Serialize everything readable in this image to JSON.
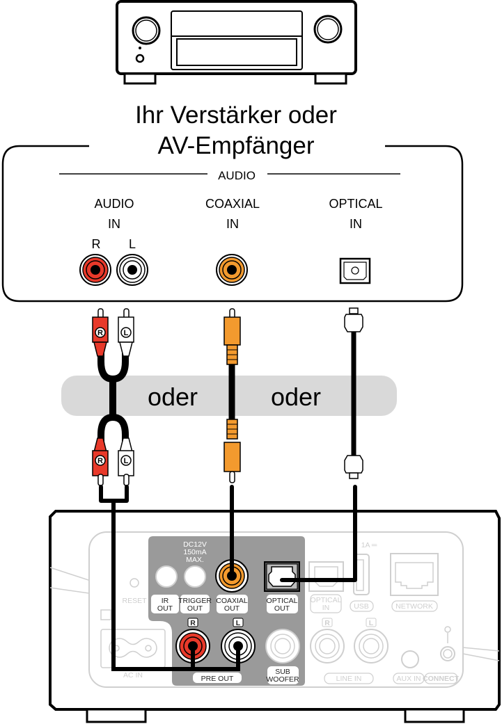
{
  "title": {
    "line1": "Ihr Verstärker oder",
    "line2": "AV-Empfänger"
  },
  "amplifier_panel": {
    "section_label": "AUDIO",
    "ports": [
      {
        "name": "audio-in",
        "line1": "AUDIO",
        "line2": "IN",
        "channels": [
          "R",
          "L"
        ]
      },
      {
        "name": "coaxial-in",
        "line1": "COAXIAL",
        "line2": "IN"
      },
      {
        "name": "optical-in",
        "line1": "OPTICAL",
        "line2": "IN"
      }
    ]
  },
  "separator": {
    "or_1": "oder",
    "or_2": "oder"
  },
  "cables": {
    "rca_labels": [
      "R",
      "L"
    ]
  },
  "rear_panel": {
    "dc_label": [
      "DC12V",
      "150mA",
      "MAX."
    ],
    "reset": "RESET",
    "ir_out": [
      "IR",
      "OUT"
    ],
    "trigger_out": [
      "TRIGGER",
      "OUT"
    ],
    "coaxial_out": [
      "COAXIAL",
      "OUT"
    ],
    "optical_out": [
      "OPTICAL",
      "OUT"
    ],
    "optical_in": [
      "OPTICAL",
      "IN"
    ],
    "usb": "USB",
    "usb_rating": "1A ═",
    "network": "NETWORK",
    "pre_out": "PRE OUT",
    "pre_out_channels": [
      "R",
      "L"
    ],
    "sub_woofer": [
      "SUB",
      "WOOFER"
    ],
    "line_in": "LINE IN",
    "line_in_channels": [
      "R",
      "L"
    ],
    "aux_in": "AUX IN",
    "connect": "CONNECT",
    "ac_in": "AC IN"
  },
  "colors": {
    "red_jack": "#e8392a",
    "orange_jack": "#f39a2e",
    "gray_band": "#d9d9d9",
    "panel_dark": "#9a9a9a",
    "panel_light_stroke": "#cfcfcf"
  }
}
